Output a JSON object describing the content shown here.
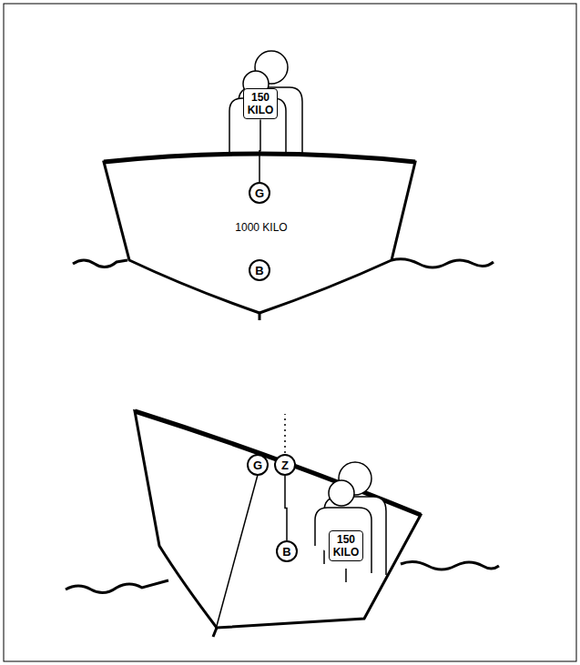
{
  "diagram": {
    "nodes": [
      {
        "text": [
          "150 KILO"
        ]
      },
      {
        "text": [
          "G"
        ]
      },
      {
        "text": [
          "B"
        ]
      },
      {
        "text": [
          "150 KILO"
        ]
      },
      {
        "text": [
          "G"
        ]
      },
      {
        "text": [
          "Z"
        ]
      },
      {
        "text": [
          "B"
        ]
      }
    ],
    "edges": [
      {
        "from": 0,
        "to": 1,
        "arrow": "none"
      },
      {
        "from": 5,
        "to": 6,
        "arrow": "none"
      }
    ],
    "labels": [
      "1000 KILO"
    ]
  }
}
